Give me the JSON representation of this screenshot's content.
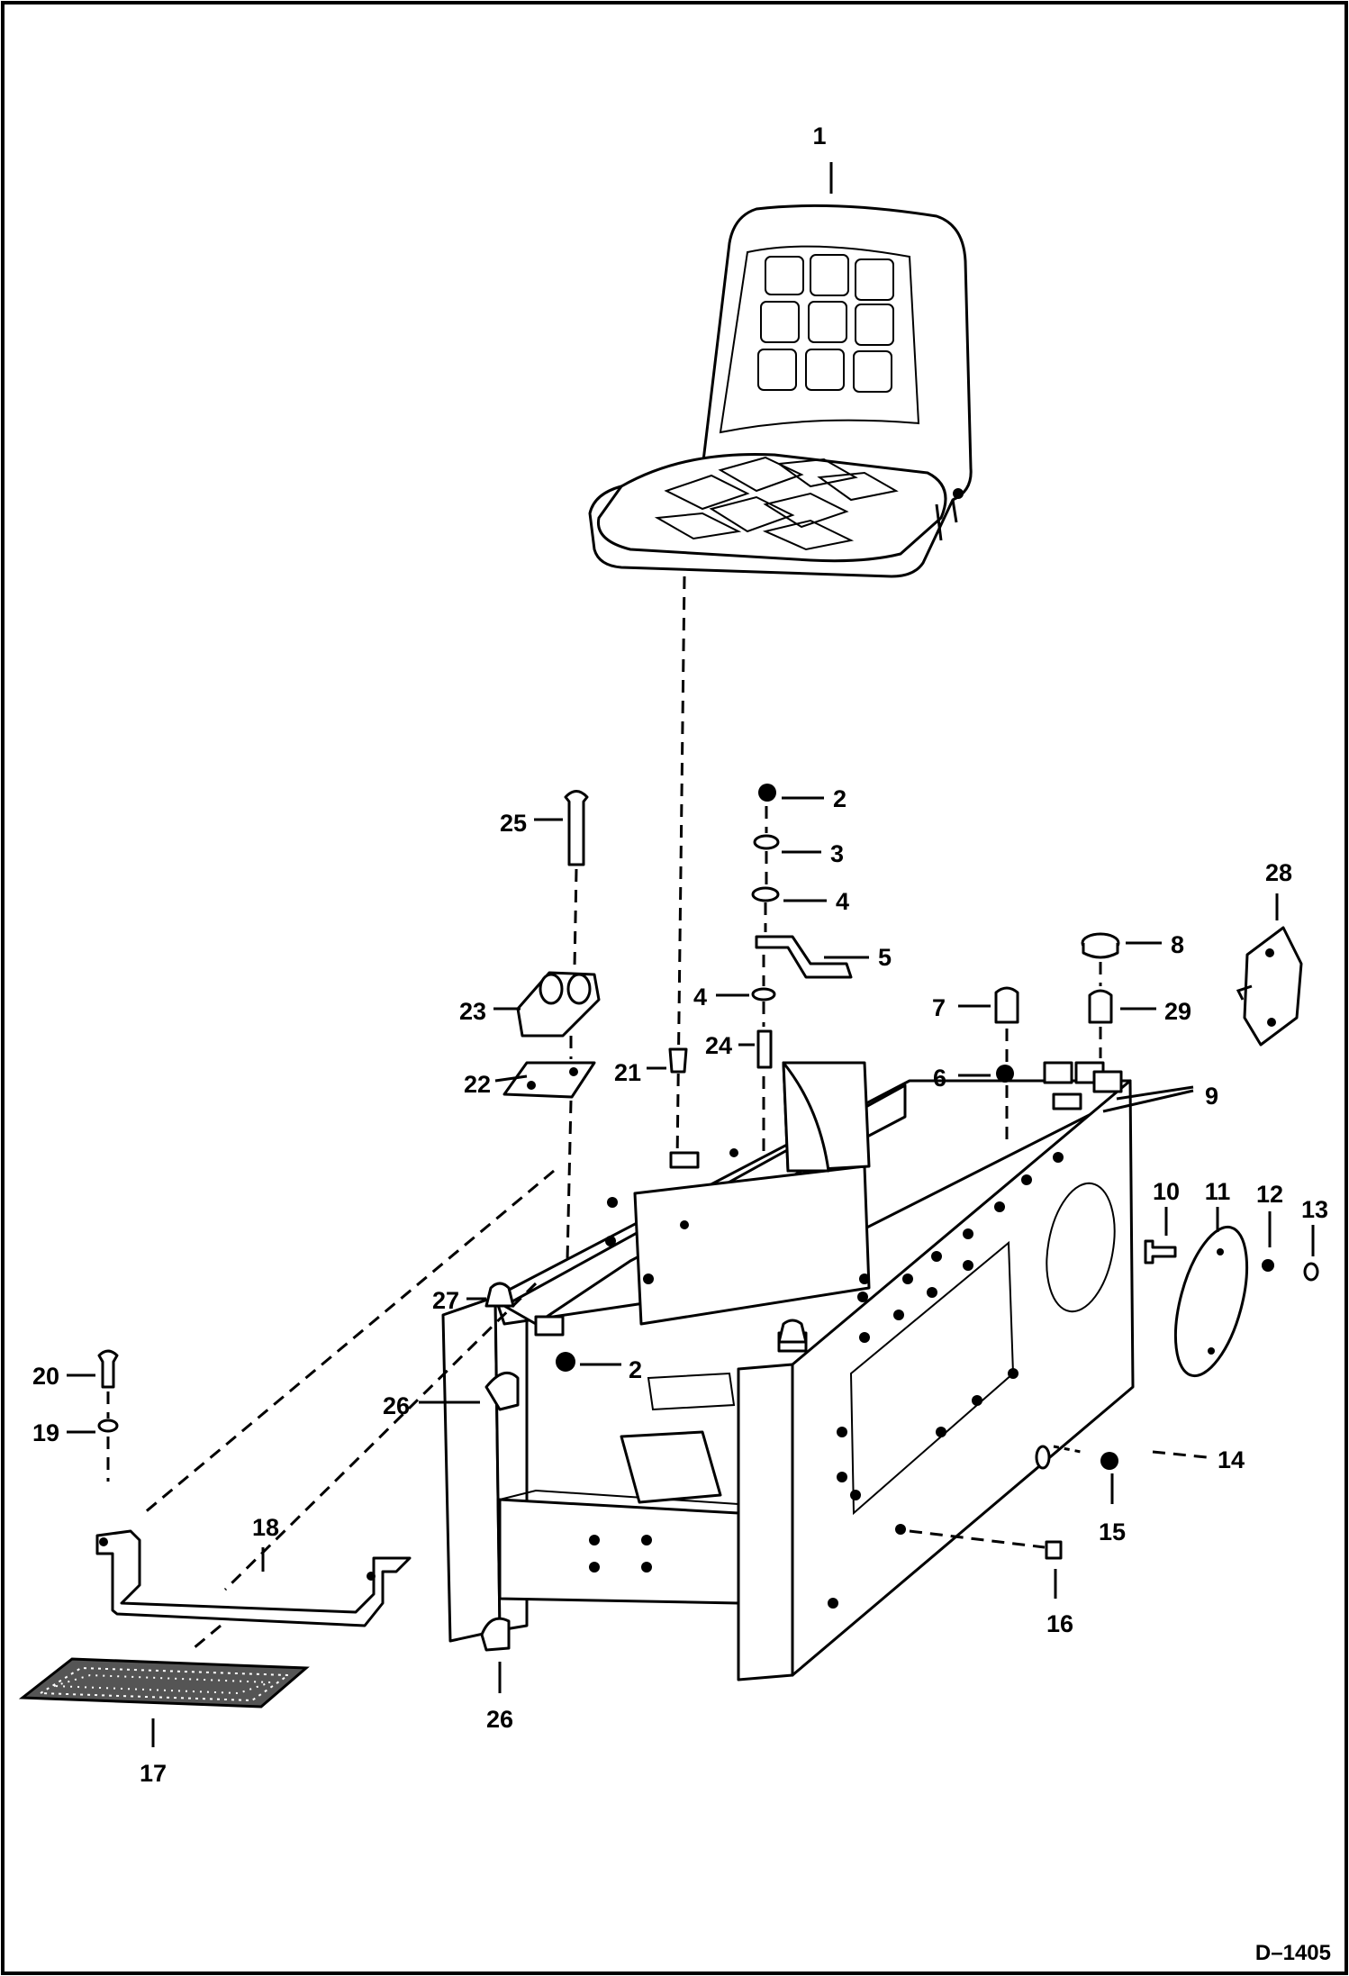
{
  "drawing_id": "D–1405",
  "callouts": {
    "c1": "1",
    "c2a": "2",
    "c2b": "2",
    "c3": "3",
    "c4a": "4",
    "c4b": "4",
    "c5": "5",
    "c6": "6",
    "c7": "7",
    "c8": "8",
    "c9": "9",
    "c10": "10",
    "c11": "11",
    "c12": "12",
    "c13": "13",
    "c14": "14",
    "c15": "15",
    "c16": "16",
    "c17": "17",
    "c18": "18",
    "c19": "19",
    "c20": "20",
    "c21": "21",
    "c22": "22",
    "c23": "23",
    "c24": "24",
    "c25": "25",
    "c26a": "26",
    "c26b": "26",
    "c27": "27",
    "c28": "28",
    "c29": "29"
  },
  "parts": {
    "seat": "seat-icon",
    "frame": "frame-icon",
    "step": "step-bracket-icon",
    "pad": "step-pad-icon",
    "cover": "round-cover-icon",
    "latch": "latch-icon"
  }
}
